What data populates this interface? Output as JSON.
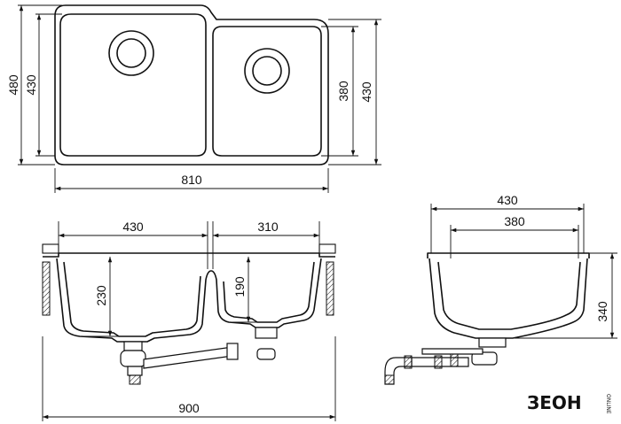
{
  "top_view": {
    "dims": {
      "overall_height": "480",
      "left_bowl_height": "430",
      "right_bowl_height": "380",
      "right_outer_height": "430",
      "overall_width": "810"
    }
  },
  "front_view": {
    "dims": {
      "left_bowl_width": "430",
      "right_bowl_width": "310",
      "left_bowl_depth": "230",
      "right_bowl_depth": "190",
      "overall_width": "900"
    }
  },
  "side_view": {
    "dims": {
      "outer_width": "430",
      "inner_width": "380",
      "depth": "340"
    }
  },
  "logo": {
    "brand": "ЗЕОН",
    "tagline": "ONLINE"
  },
  "colors": {
    "line": "#111111",
    "background": "#ffffff"
  }
}
